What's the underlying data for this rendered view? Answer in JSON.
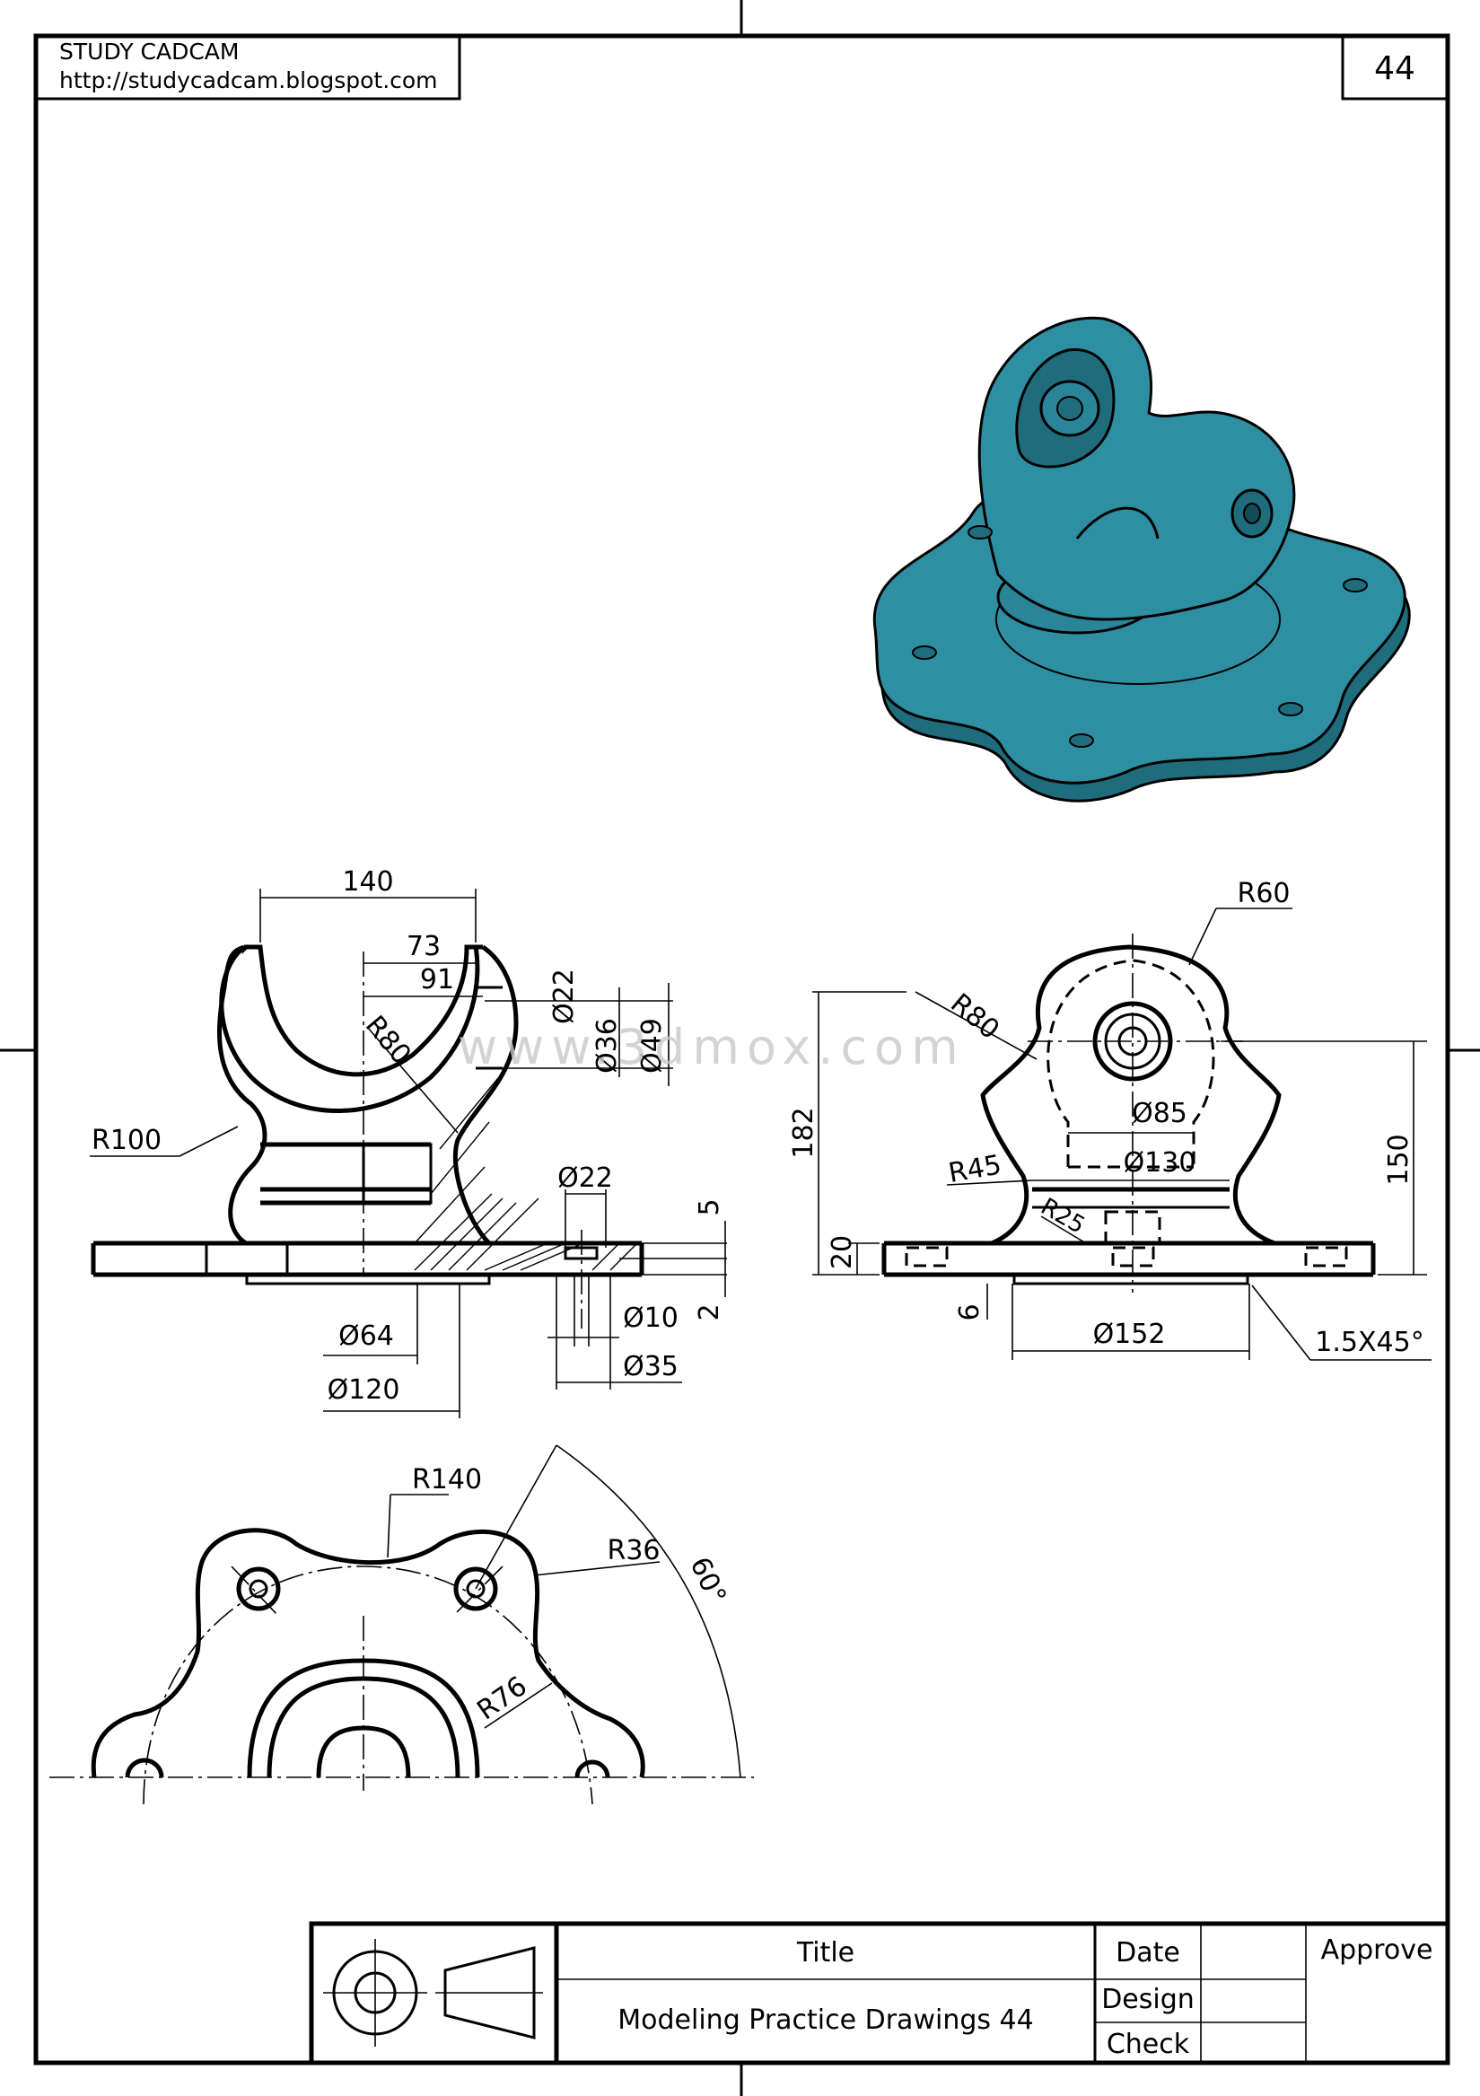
{
  "header": {
    "brand": "STUDY CADCAM",
    "url": "http://studycadcam.blogspot.com",
    "page_number": "44"
  },
  "watermark": "www.3dmox.com",
  "colors": {
    "model_fill": "#2e8fa3",
    "model_dark": "#1f6c7c",
    "line": "#000000"
  },
  "dimensions": {
    "d140": "140",
    "d73": "73",
    "d91": "91",
    "phi22_top": "Ø22",
    "phi36": "Ø36",
    "phi49": "Ø49",
    "r80_left": "R80",
    "r100": "R100",
    "phi22_hole": "Ø22",
    "d5": "5",
    "d2": "2",
    "phi64": "Ø64",
    "phi120": "Ø120",
    "phi10": "Ø10",
    "phi35": "Ø35",
    "r60": "R60",
    "r80_right": "R80",
    "phi85": "Ø85",
    "r45": "R45",
    "phi130": "Ø130",
    "r25": "R25",
    "d182": "182",
    "d150": "150",
    "d20": "20",
    "d6": "6",
    "phi152": "Ø152",
    "chamfer": "1.5X45°",
    "r140": "R140",
    "r36": "R36",
    "r76": "R76",
    "a60": "60°"
  },
  "title_block": {
    "title_label": "Title",
    "title_value": "Modeling Practice Drawings 44",
    "date_label": "Date",
    "design_label": "Design",
    "check_label": "Check",
    "approve_label": "Approve"
  }
}
